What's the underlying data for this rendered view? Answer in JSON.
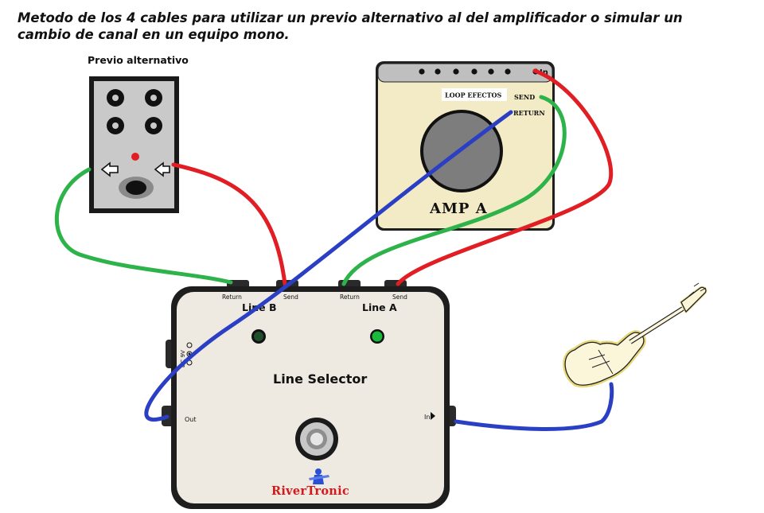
{
  "title": {
    "line1": "Metodo de los 4 cables para utilizar un previo alternativo al del amplificador o simular un",
    "line2": "cambio de canal en un equipo mono."
  },
  "preamp": {
    "label": "Previo alternativo"
  },
  "amp": {
    "loop_label": "LOOP EFECTOS",
    "send_label": "SEND",
    "return_label": "RETURN",
    "input_label": "In",
    "name": "AMP A"
  },
  "selector": {
    "name": "Line Selector",
    "line_b": "Line B",
    "line_a": "Line A",
    "b_return": "Return",
    "b_send": "Send",
    "a_return": "Return",
    "a_send": "Send",
    "out_label": "Out",
    "in_label": "In",
    "dc_label": "DC 9V",
    "brand": "RiverTronic"
  },
  "colors": {
    "red_cable": "#e11e24",
    "green_cable": "#2db34a",
    "blue_cable": "#2a3fc4",
    "pedal_body": "#eeeae2",
    "amp_body": "#f3ebc6",
    "led_green": "#19b93a"
  }
}
